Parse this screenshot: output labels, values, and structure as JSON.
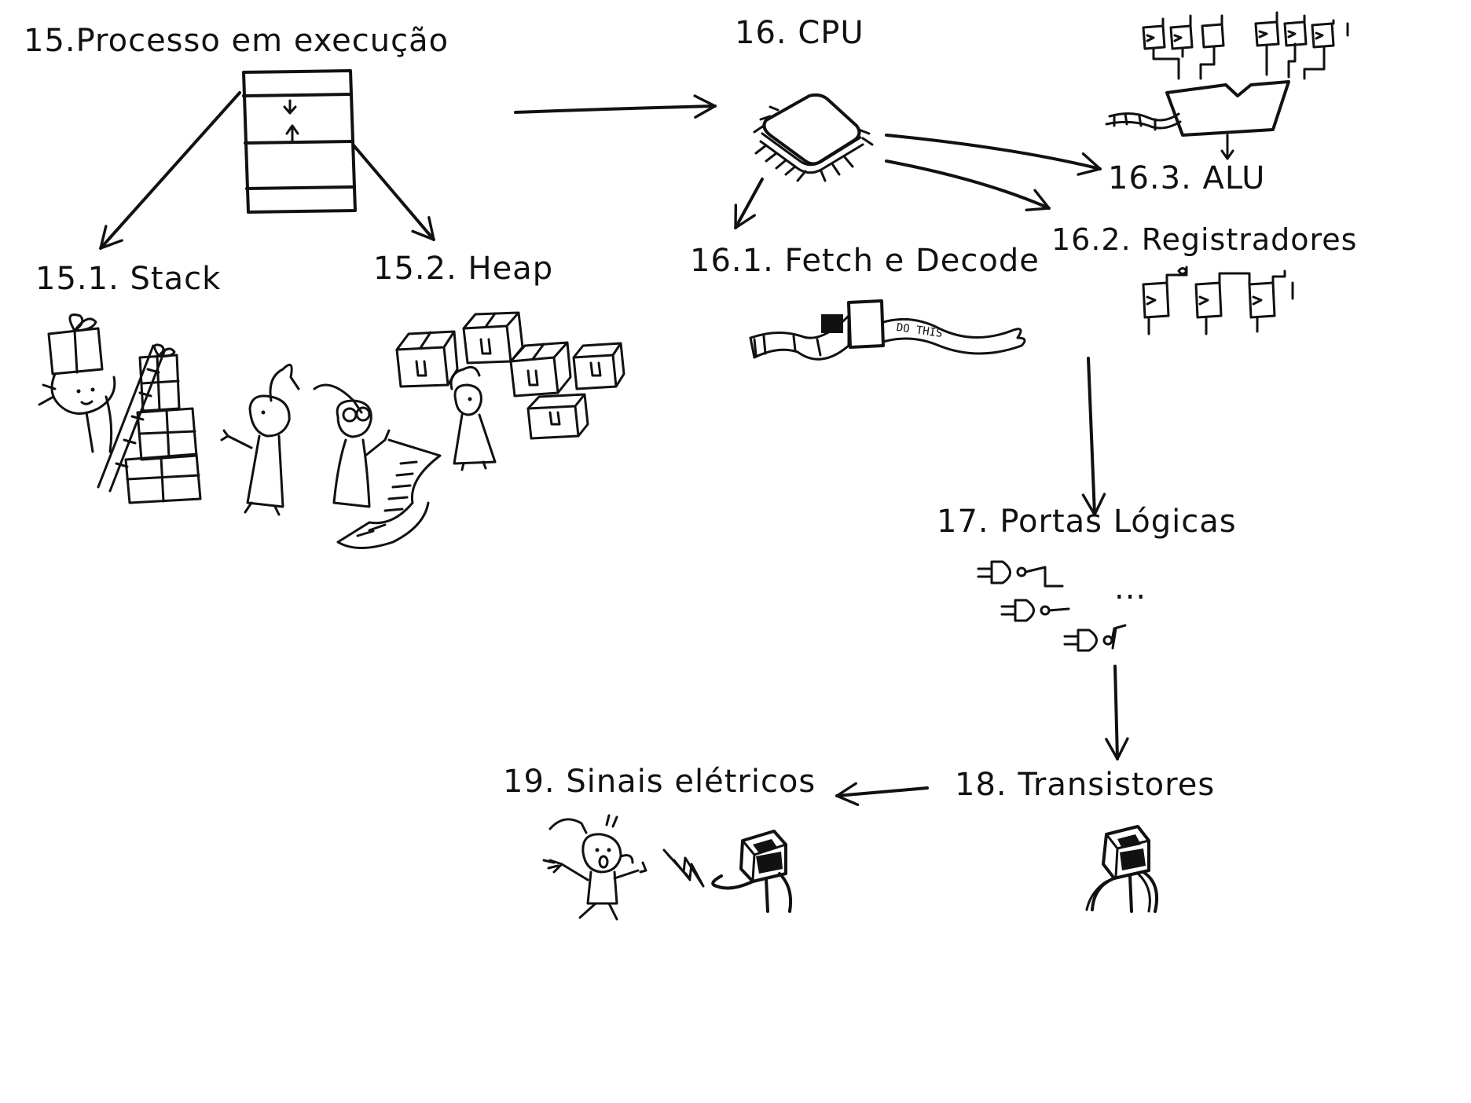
{
  "nodes": {
    "processo": {
      "label": "15.Processo em execução"
    },
    "stack": {
      "label": "15.1. Stack"
    },
    "heap": {
      "label": "15.2. Heap"
    },
    "cpu": {
      "label": "16. CPU"
    },
    "fetch": {
      "label": "16.1. Fetch e Decode",
      "tape_text": "DO THIS"
    },
    "registradores": {
      "label": "16.2. Registradores"
    },
    "alu": {
      "label": "16.3. ALU"
    },
    "portas": {
      "label": "17. Portas Lógicas",
      "ellipsis": "..."
    },
    "transistores": {
      "label": "18. Transistores"
    },
    "sinais": {
      "label": "19. Sinais elétricos"
    }
  },
  "edges": [
    {
      "from": "processo",
      "to": "stack"
    },
    {
      "from": "processo",
      "to": "heap"
    },
    {
      "from": "processo",
      "to": "cpu"
    },
    {
      "from": "cpu",
      "to": "fetch"
    },
    {
      "from": "cpu",
      "to": "registradores"
    },
    {
      "from": "cpu",
      "to": "alu"
    },
    {
      "from": "registradores",
      "to": "portas"
    },
    {
      "from": "portas",
      "to": "transistores"
    },
    {
      "from": "transistores",
      "to": "sinais"
    }
  ],
  "colors": {
    "ink": "#111111",
    "background": "#ffffff"
  }
}
